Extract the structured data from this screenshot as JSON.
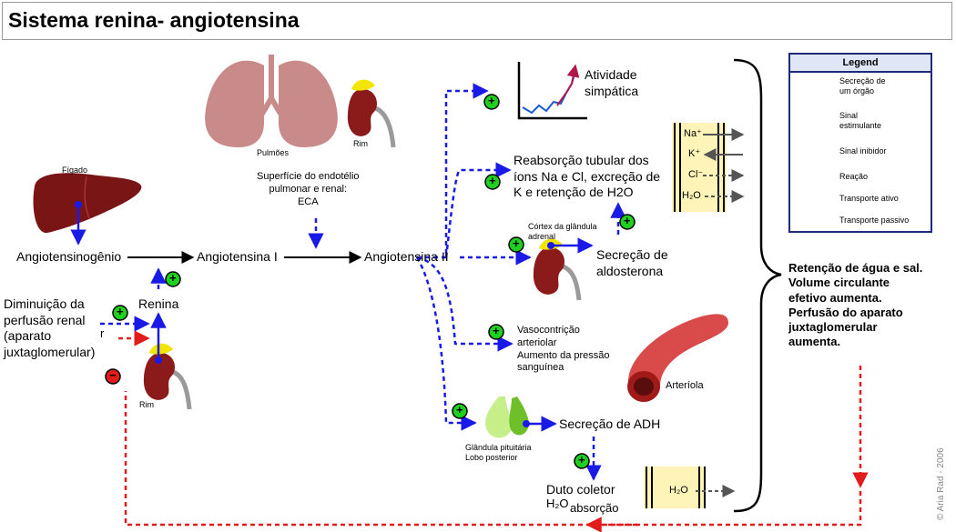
{
  "title": "Sistema renina- angiotensina",
  "labels": {
    "figado": "Fígado",
    "pulmoes": "Pulmões",
    "rim_top": "Rim",
    "rim_bottom": "Rim",
    "angiotensinogenio": "Angiotensinogênio",
    "angiotensina1": "Angiotensina I",
    "angiotensina2": "Angiotensina II",
    "renina": "Renina",
    "diminuicao": "Diminuição da\nperfusão renal\n(aparato\njuxtaglomerular)",
    "r_mark": "r",
    "superficie": "Superfície do endotélio\npulmonar e renal:\nECA",
    "atividade": "Atividade\nsimpática",
    "reabsorcao": "Reabsorção tubular dos\níons Na e Cl, excreção de\nK e retenção de H2O",
    "cortex": "Córtex da glândula\nadrenal",
    "secrecao_aldo": "Secreção de\naldosterona",
    "vasocontricao": "Vasocontrição\narteriolar\nAumento da pressão\nsanguínea",
    "arteriola": "Arteríola",
    "pituitaria": "Glândula pituitária\nLobo posterior",
    "secrecao_adh": "Secreção de ADH",
    "duto": "Duto coletor",
    "h2o_absorcao_a": "H₂O",
    "h2o_absorcao_b": "absorção",
    "retencao": "Retenção de água e sal.\nVolume circulante\nefetivo aumenta.\nPerfusão do aparato\njuxtaglomerular\naumenta."
  },
  "ions": {
    "na": "Na⁺",
    "k": "K⁺",
    "cl": "Cl⁻",
    "h2o": "H₂O",
    "h2o_duct": "H₂O"
  },
  "legend": {
    "title": "Legend",
    "items": [
      {
        "label": "Secreção de\num órgão",
        "style": "blue-solid"
      },
      {
        "label": "Sinal\nestimulante",
        "style": "blue-dashed"
      },
      {
        "label": "Sinal inibidor",
        "style": "red-dashed"
      },
      {
        "label": "Reação",
        "style": "black-solid"
      },
      {
        "label": "Transporte ativo",
        "style": "gray-solid"
      },
      {
        "label": "Transporte passivo",
        "style": "gray-dashed"
      }
    ]
  },
  "signs": {
    "plus": "+",
    "minus": "−"
  },
  "colors": {
    "stimulus": "#1a1ae6",
    "inhibitor": "#e21b1b",
    "reaction": "#000000",
    "transport": "#555555",
    "kidney": "#8b1a1a",
    "liver": "#7a1515",
    "lung": "#c98a8a",
    "adrenal": "#f2e600",
    "pituitary": "#8fd14f",
    "tubule_bg": "#fff4b8"
  },
  "copyright": "© Aria Rad - 2006"
}
